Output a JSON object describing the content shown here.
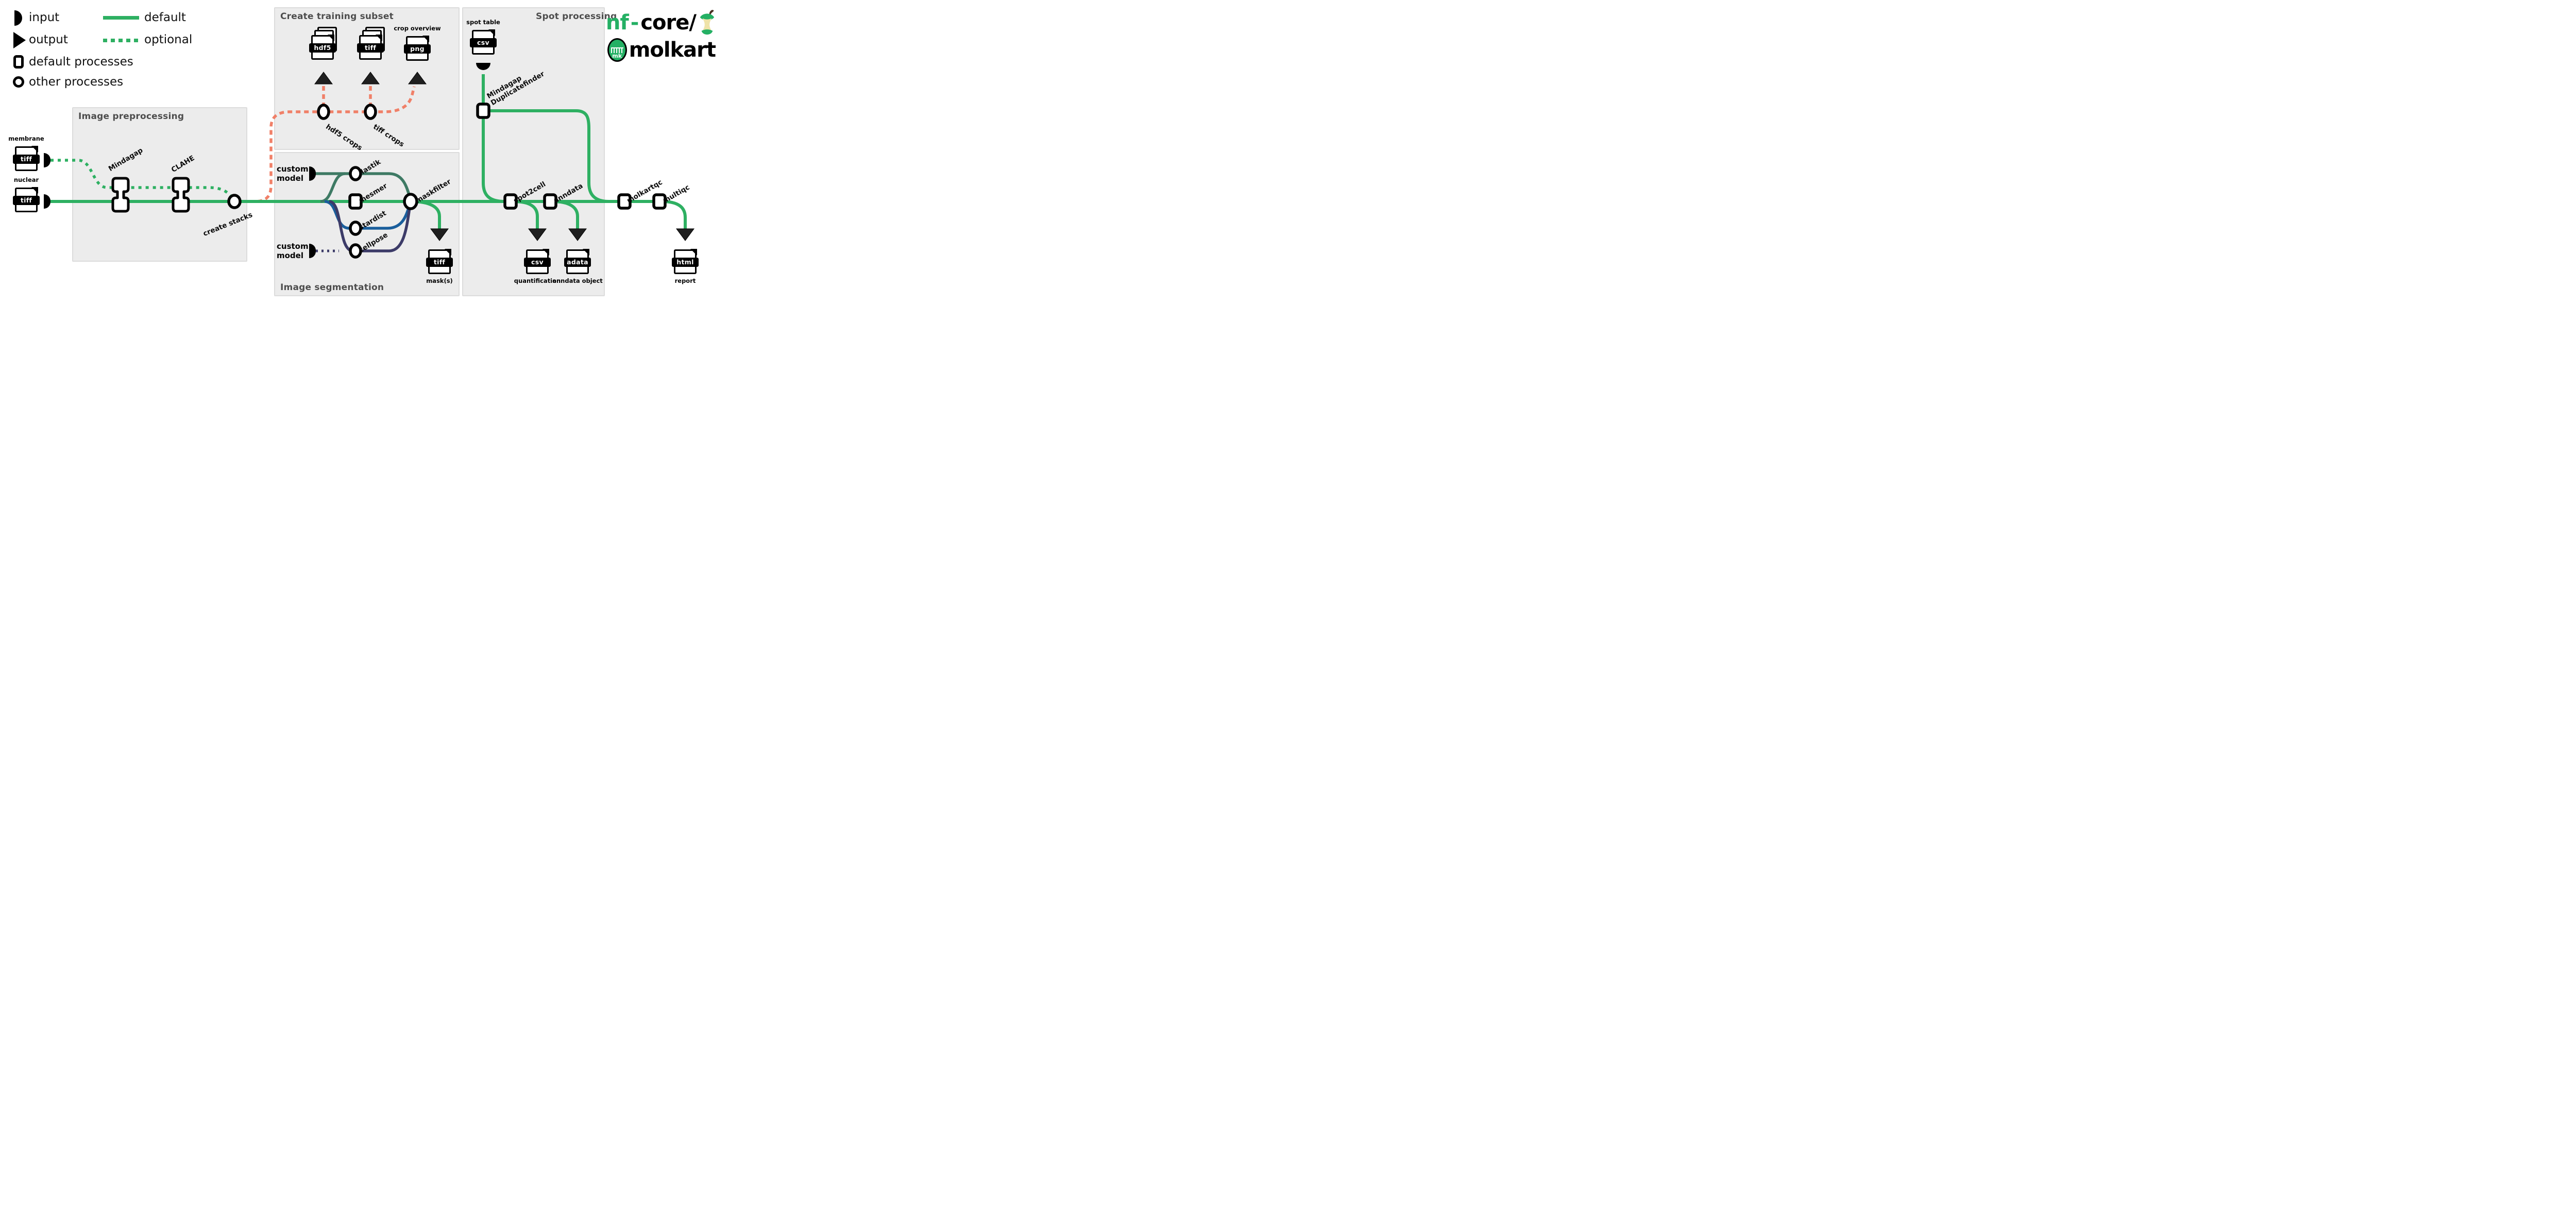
{
  "colors": {
    "green": "#2eb062",
    "salmon": "#f08068",
    "teal": "#3e7a64",
    "blue": "#1a5e9c",
    "navy": "#3c3b68",
    "box_fill": "#ececec",
    "box_edge": "#dcdcdc",
    "box_title": "#4d4d4d",
    "ink": "#000000",
    "arrow": "#1f1f1f",
    "logo_green": "#24b064",
    "apple_cream": "#efe3a8",
    "stem_brown": "#4a2e20"
  },
  "legend": {
    "input": "input",
    "output": "output",
    "default_processes": "default processes",
    "other_processes": "other processes",
    "default_line": "default",
    "optional_line": "optional"
  },
  "boxes": {
    "preprocessing": "Image preprocessing",
    "training": "Create training subset",
    "segmentation": "Image segmentation",
    "spot": "Spot processing"
  },
  "logo": {
    "nf": "nf",
    "dash": "-",
    "core": "core/",
    "molkart": "molkart",
    "badge": "mk"
  },
  "inputs": {
    "membrane": {
      "caption": "membrane",
      "ext": "tiff"
    },
    "nuclear": {
      "caption": "nuclear",
      "ext": "tiff"
    },
    "spot_table": {
      "caption": "spot table",
      "ext": "csv"
    },
    "custom_model_top": {
      "line1": "custom",
      "line2": "model"
    },
    "custom_model_bottom": {
      "line1": "custom",
      "line2": "model"
    }
  },
  "outputs": {
    "hdf5_crops_file": {
      "ext": "hdf5"
    },
    "tiff_crops_file": {
      "ext": "tiff"
    },
    "crop_overview": {
      "caption": "crop overview",
      "ext": "png"
    },
    "masks": {
      "ext": "tiff",
      "caption": "mask(s)"
    },
    "quantification": {
      "ext": "csv",
      "caption": "quantification"
    },
    "anndata_object": {
      "ext": "adata",
      "caption": "anndata object"
    },
    "report": {
      "ext": "html",
      "caption": "report"
    }
  },
  "processes": {
    "mindagap": "Mindagap",
    "clahe": "CLAHE",
    "create_stacks": "create stacks",
    "hdf5_crops": "hdf5 crops",
    "tiff_crops": "tiff crops",
    "ilastik": "ilastik",
    "mesmer": "mesmer",
    "stardist": "stardist",
    "cellpose": "cellpose",
    "maskfilter": "maskfilter",
    "duplicatefinder_line1": "Mindagap",
    "duplicatefinder_line2": "Duplicatefinder",
    "spot2cell": "spot2cell",
    "anndata": "anndata",
    "molkartqc": "molkartqc",
    "multiqc": "multiqc"
  }
}
